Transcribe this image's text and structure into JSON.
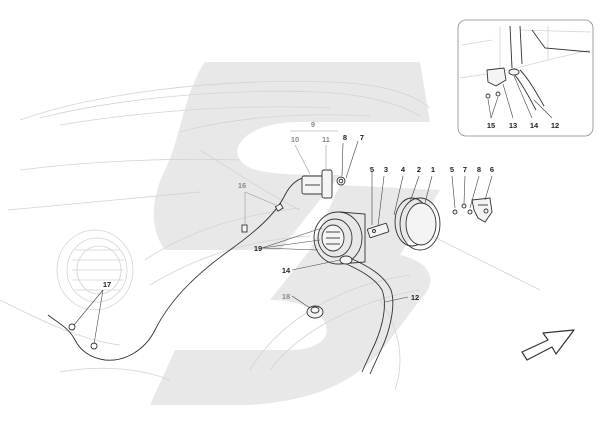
{
  "diagram": {
    "watermark_color": "#e6e6e6",
    "line_color": "#333333",
    "ghost_color": "#d3d3d3",
    "callouts": {
      "c1": "1",
      "c2": "2",
      "c3": "3",
      "c4": "4",
      "c5a": "5",
      "c5b": "5",
      "c6": "6",
      "c7a": "7",
      "c7b": "7",
      "c8a": "8",
      "c8b": "8",
      "c9": "9",
      "c10": "10",
      "c11": "11",
      "c12a": "12",
      "c12b": "12",
      "c13": "13",
      "c14a": "14",
      "c14b": "14",
      "c15": "15",
      "c16": "16",
      "c17": "17",
      "c18": "18",
      "c19": "19"
    },
    "inset": {
      "frame": "rounded-rectangle",
      "position": "top-right"
    },
    "direction_arrow": {
      "icon": "outline-arrow-up-right"
    }
  }
}
